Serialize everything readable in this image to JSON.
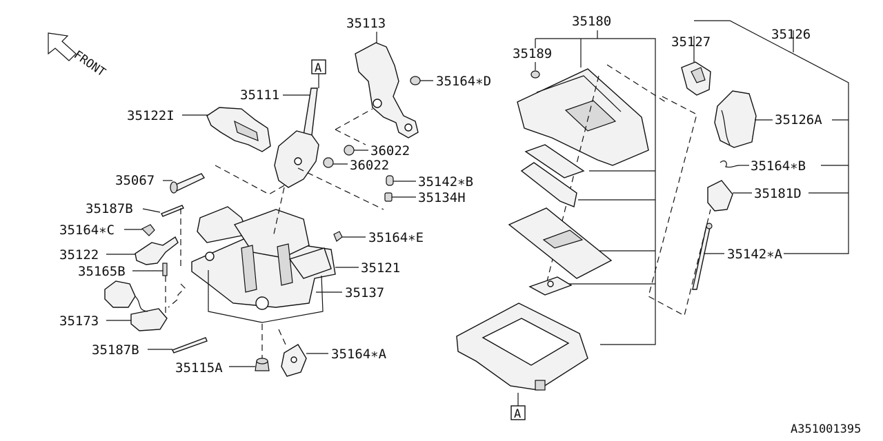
{
  "front_label": "FRONT",
  "ref_a": "A",
  "diagram_id": "A351001395",
  "labels": {
    "p35113": "35113",
    "p35164d": "35164∗D",
    "p35111": "35111",
    "p35122i": "35122I",
    "p36022a": "36022",
    "p36022b": "36022",
    "p35067": "35067",
    "p35142b": "35142∗B",
    "p35134h": "35134H",
    "p35187b_top": "35187B",
    "p35164c": "35164∗C",
    "p35164e": "35164∗E",
    "p35122": "35122",
    "p35121": "35121",
    "p35165b": "35165B",
    "p35137": "35137",
    "p35173": "35173",
    "p35187b_bot": "35187B",
    "p35164a": "35164∗A",
    "p35115a": "35115A",
    "p35180": "35180",
    "p35189": "35189",
    "p35127": "35127",
    "p35126": "35126",
    "p35126a": "35126A",
    "p35164b": "35164∗B",
    "p35181d": "35181D",
    "p35142a": "35142∗A"
  }
}
